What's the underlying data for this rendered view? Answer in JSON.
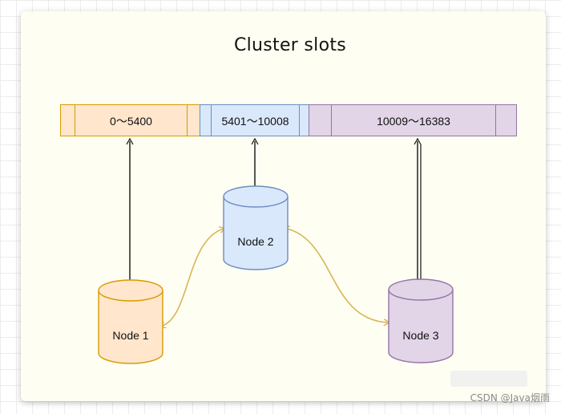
{
  "title": "Cluster slots",
  "slot_ranges": [
    {
      "label": "0～5400",
      "color": "#ffe6cc",
      "border": "#d79b00"
    },
    {
      "label": "5401～10008",
      "color": "#dae8fc",
      "border": "#6c8ebf"
    },
    {
      "label": "10009～16383",
      "color": "#e1d5e7",
      "border": "#9673a6"
    }
  ],
  "nodes": [
    {
      "label": "Node 1",
      "fill": "#ffe6cc",
      "stroke": "#d79b00"
    },
    {
      "label": "Node 2",
      "fill": "#dae8fc",
      "stroke": "#6c8ebf"
    },
    {
      "label": "Node 3",
      "fill": "#e1d5e7",
      "stroke": "#9673a6"
    }
  ],
  "connector_color": "#d6b656",
  "watermark": "CSDN @Java烟雨"
}
